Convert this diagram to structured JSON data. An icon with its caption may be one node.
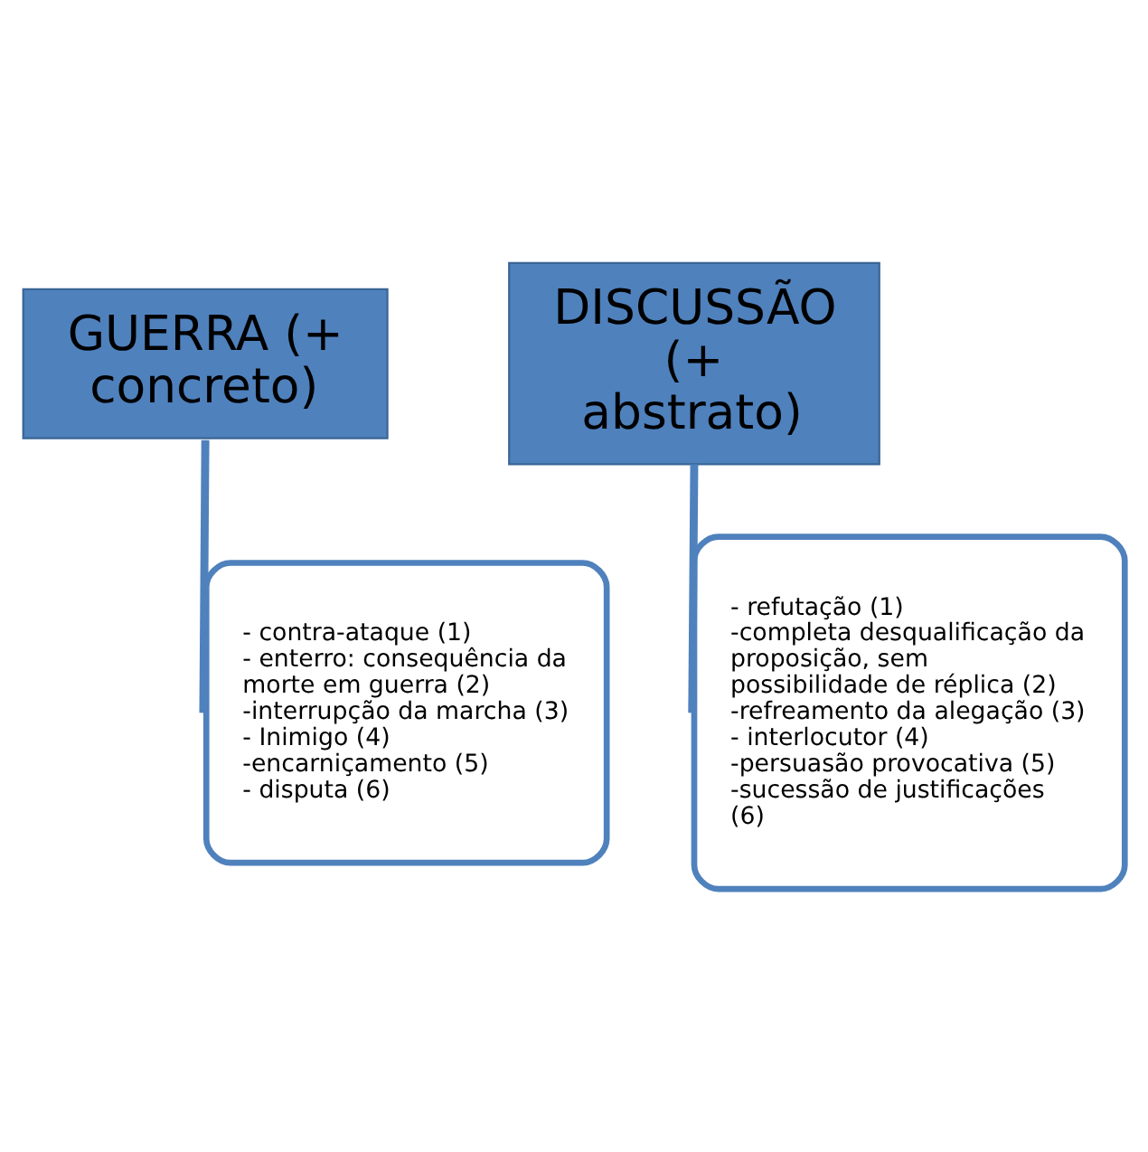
{
  "diagram": {
    "nodes": [
      {
        "text": [
          "GUERRA (+ concreto)"
        ]
      },
      {
        "text": [
          "- contra-ataque (1)",
          "- enterro: consequência da morte em guerra (2)",
          "-interrupção da marcha (3)",
          "- Inimigo (4)",
          "-encarniçamento (5)",
          "- disputa (6)"
        ]
      },
      {
        "text": [
          "DISCUSSÃO (+ abstrato)"
        ]
      },
      {
        "text": [
          "- refutação (1)",
          "-completa desqualificação da proposição, sem possibilidade de réplica (2)",
          "-refreamento da alegação (3)",
          "- interlocutor (4)",
          "-persuasão provocativa (5)",
          "-sucessão de justificações (6)"
        ]
      }
    ],
    "edges": [
      {
        "from": 0,
        "to": 1,
        "arrow": "none"
      },
      {
        "from": 2,
        "to": 3,
        "arrow": "none"
      }
    ]
  }
}
